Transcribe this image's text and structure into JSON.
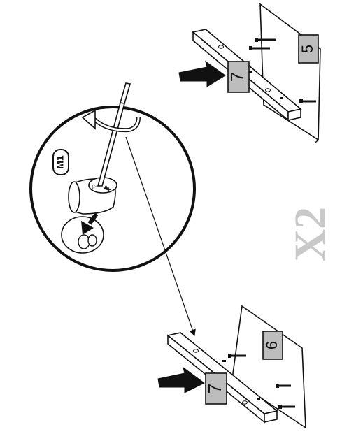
{
  "labels": {
    "part_a_top": "7",
    "part_b_top": "5",
    "part_a_bottom": "7",
    "part_b_bottom": "6",
    "cam_lock": "M1",
    "multiplier": "X2"
  },
  "colors": {
    "line": "#111111",
    "label_box": "#bdbdbd",
    "multiplier": "#c9c9c9",
    "background": "#ffffff"
  },
  "icons": [
    "push-arrow-icon",
    "rotate-arrow-icon",
    "down-arrow-icon",
    "screwdriver-icon",
    "screw-icon",
    "dowel-icon",
    "cam-lock-icon"
  ]
}
